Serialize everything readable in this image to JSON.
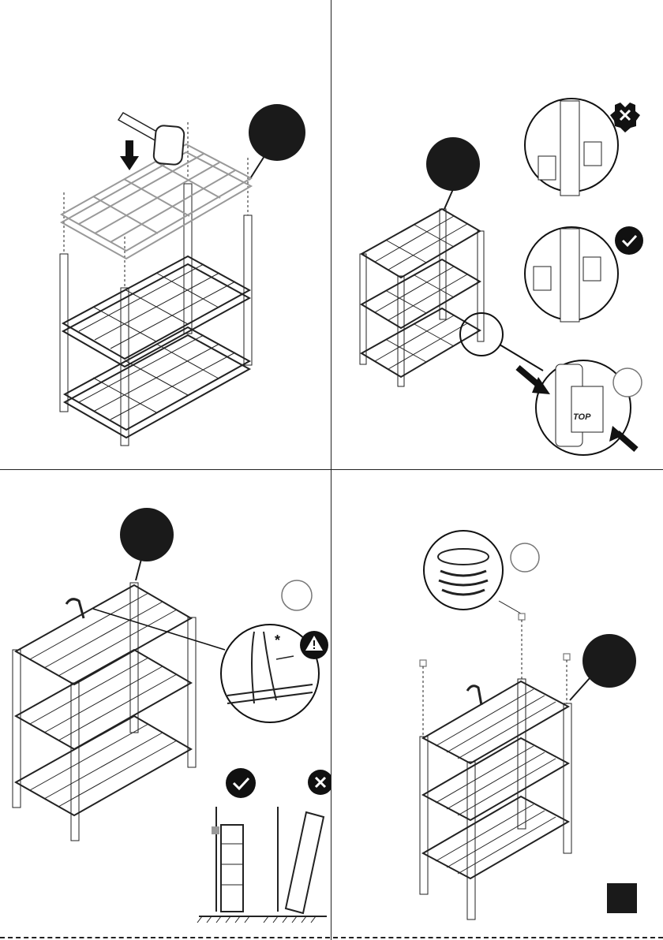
{
  "steps": [
    {
      "id": "step-7",
      "badge_label": ""
    },
    {
      "id": "step-8",
      "badge_label": ""
    },
    {
      "id": "step-9",
      "badge_label": ""
    },
    {
      "id": "step-10",
      "badge_label": ""
    }
  ],
  "icons": {
    "incorrect": "x-icon",
    "correct": "check-icon",
    "warning": "warning-icon",
    "mallet": "rubber-mallet-icon",
    "arrow": "arrow-down-icon"
  },
  "detail_text": {
    "sleeve_label": "TOP",
    "asterisk": "*"
  },
  "page_number": ""
}
